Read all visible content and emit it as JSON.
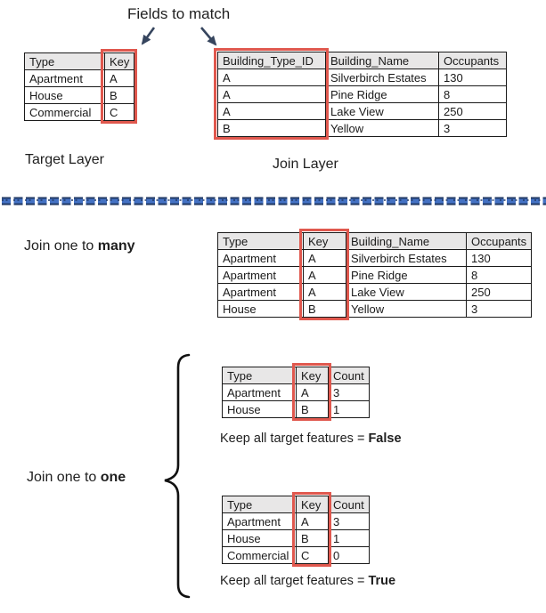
{
  "title": "Fields to match",
  "labels": {
    "target_layer": "Target Layer",
    "join_layer": "Join Layer",
    "join_many_prefix": "Join one to ",
    "join_many_bold": "many",
    "join_one_prefix": "Join one to ",
    "join_one_bold": "one",
    "keep_prefix_false": "Keep all target features = ",
    "keep_bold_false": "False",
    "keep_prefix_true": "Keep all target features = ",
    "keep_bold_true": "True"
  },
  "colors": {
    "highlight_red": "#e0584e",
    "arrow_navy": "#36455e",
    "divider_blue": "#4472c4",
    "divider_dark_blue": "#203864",
    "table_header_gray": "#e8e7e7"
  },
  "tables": {
    "target": {
      "headers": [
        "Type",
        "Key"
      ],
      "rows": [
        [
          "Apartment",
          "A"
        ],
        [
          "House",
          "B"
        ],
        [
          "Commercial",
          "C"
        ]
      ]
    },
    "join": {
      "headers": [
        "Building_Type_ID",
        "Building_Name",
        "Occupants"
      ],
      "rows": [
        [
          "A",
          "Silverbirch Estates",
          "130"
        ],
        [
          "A",
          "Pine Ridge",
          "8"
        ],
        [
          "A",
          "Lake View",
          "250"
        ],
        [
          "B",
          "Yellow",
          "3"
        ]
      ]
    },
    "one_to_many": {
      "headers": [
        "Type",
        "Key",
        "Building_Name",
        "Occupants"
      ],
      "rows": [
        [
          "Apartment",
          "A",
          "Silverbirch Estates",
          "130"
        ],
        [
          "Apartment",
          "A",
          "Pine Ridge",
          "8"
        ],
        [
          "Apartment",
          "A",
          "Lake View",
          "250"
        ],
        [
          "House",
          "B",
          "Yellow",
          "3"
        ]
      ]
    },
    "count_false": {
      "headers": [
        "Type",
        "Key",
        "Count"
      ],
      "rows": [
        [
          "Apartment",
          "A",
          "3"
        ],
        [
          "House",
          "B",
          "1"
        ]
      ]
    },
    "count_true": {
      "headers": [
        "Type",
        "Key",
        "Count"
      ],
      "rows": [
        [
          "Apartment",
          "A",
          "3"
        ],
        [
          "House",
          "B",
          "1"
        ],
        [
          "Commercial",
          "C",
          "0"
        ]
      ]
    }
  }
}
